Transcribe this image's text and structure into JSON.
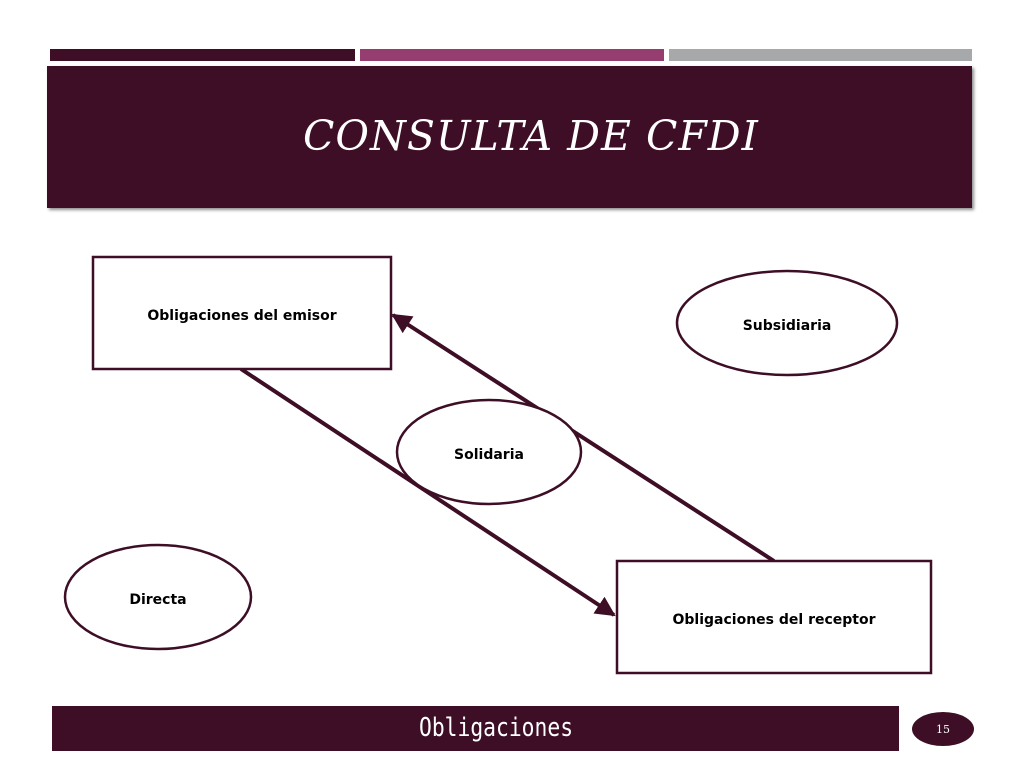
{
  "slide": {
    "title": "CONSULTA DE CFDI",
    "footer_text": "Obligaciones",
    "page_number": "15"
  },
  "diagram": {
    "nodes": {
      "obligaciones_emisor": "Obligaciones del emisor",
      "subsidiaria": "Subsidiaria",
      "solidaria": "Solidaria",
      "directa": "Directa",
      "obligaciones_receptor": "Obligaciones del receptor"
    },
    "edges": [
      {
        "from": "obligaciones_emisor",
        "to": "obligaciones_receptor"
      },
      {
        "from": "obligaciones_receptor",
        "to": "obligaciones_emisor"
      }
    ]
  },
  "colors": {
    "primary": "#3d0e25",
    "accent": "#943d6e",
    "neutral": "#a7a8a9",
    "text_light": "#ffffff"
  }
}
